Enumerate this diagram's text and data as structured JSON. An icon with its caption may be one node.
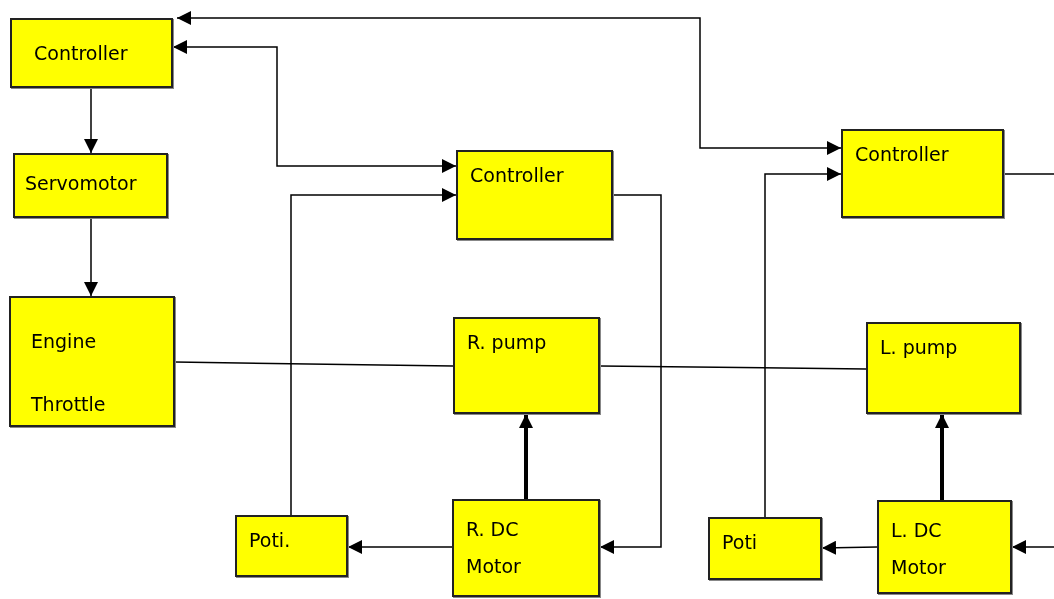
{
  "diagram": {
    "nodes": [
      {
        "text": [
          "Controller"
        ]
      },
      {
        "text": [
          "Servomotor"
        ]
      },
      {
        "text": [
          "Engine Throttle"
        ]
      },
      {
        "text": [
          "Controller"
        ]
      },
      {
        "text": [
          "R. pump"
        ]
      },
      {
        "text": [
          "Controller"
        ]
      },
      {
        "text": [
          "L. pump"
        ]
      },
      {
        "text": [
          "Poti."
        ]
      },
      {
        "text": [
          "R. DC Motor"
        ]
      },
      {
        "text": [
          "Poti"
        ]
      },
      {
        "text": [
          "L. DC Motor"
        ]
      }
    ],
    "edges": [
      {
        "from": 0,
        "to": 1,
        "arrow": "to"
      },
      {
        "from": 1,
        "to": 2,
        "arrow": "to"
      },
      {
        "from": 0,
        "to": 3,
        "arrow": "both"
      },
      {
        "from": 5,
        "to": 0,
        "arrow": "both"
      },
      {
        "from": 7,
        "to": 3,
        "arrow": "to"
      },
      {
        "from": 3,
        "to": 8,
        "arrow": "to"
      },
      {
        "from": 8,
        "to": 7,
        "arrow": "to"
      },
      {
        "from": 8,
        "to": 4,
        "arrow": "to",
        "style": "thick"
      },
      {
        "from": 2,
        "to": 4,
        "arrow": "none"
      },
      {
        "from": 4,
        "to": 6,
        "arrow": "none"
      },
      {
        "from": 9,
        "to": 5,
        "arrow": "to"
      },
      {
        "from": 10,
        "to": 9,
        "arrow": "to"
      },
      {
        "from": 10,
        "to": 6,
        "arrow": "to",
        "style": "thick"
      },
      {
        "from": 5,
        "to": null,
        "arrow": "none"
      },
      {
        "from": null,
        "to": 10,
        "arrow": "to"
      }
    ]
  }
}
